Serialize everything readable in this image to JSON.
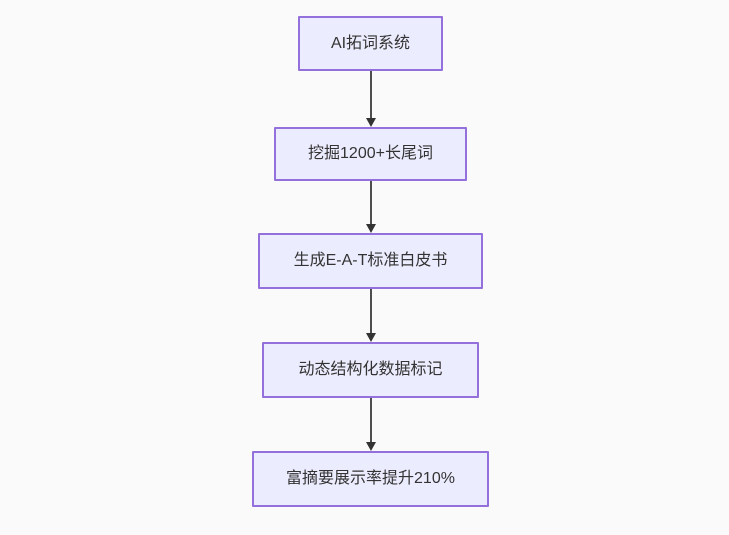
{
  "flowchart": {
    "type": "flowchart",
    "direction": "top-down",
    "colors": {
      "background": "#fafafa",
      "node_fill": "#ECECFF",
      "node_border": "#9370DB",
      "text": "#333333",
      "arrow": "#333333"
    },
    "nodes": [
      {
        "label": "AI拓词系统"
      },
      {
        "label": "挖掘1200+长尾词"
      },
      {
        "label": "生成E-A-T标准白皮书"
      },
      {
        "label": "动态结构化数据标记"
      },
      {
        "label": "富摘要展示率提升210%"
      }
    ],
    "edges": [
      {
        "from": 0,
        "to": 1
      },
      {
        "from": 1,
        "to": 2
      },
      {
        "from": 2,
        "to": 3
      },
      {
        "from": 3,
        "to": 4
      }
    ]
  }
}
